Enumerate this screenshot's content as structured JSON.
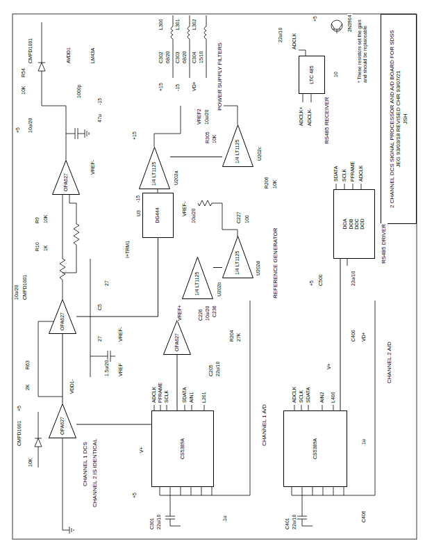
{
  "diagram": {
    "nodes": [
      {
        "text": [
          "2 CHANNEL DCS SIGNAL PROCESSOR AND A/D BOARD FOR SDSS",
          "JEG 93/03/18 REVISED CHR 93/07/21",
          "JSH"
        ]
      },
      {
        "text": [
          "OPA627"
        ]
      },
      {
        "text": [
          "OPA627"
        ]
      },
      {
        "text": [
          "OPA627"
        ]
      },
      {
        "text": [
          "OPA627"
        ]
      },
      {
        "text": [
          "DG444"
        ]
      },
      {
        "text": [
          "1/4 LT1125"
        ]
      },
      {
        "text": [
          "1/4 LT1125"
        ]
      },
      {
        "text": [
          "1/4 LT1125"
        ]
      },
      {
        "text": [
          "1/4 LT1125"
        ]
      },
      {
        "text": [
          "CS5389A"
        ]
      },
      {
        "text": [
          "CS5389A"
        ]
      },
      {
        "text": [
          "LTC 485"
        ]
      },
      {
        "text": [
          "DOA",
          "DOB",
          "DOC",
          "DOD"
        ]
      }
    ],
    "edges": [
      {
        "from": 5,
        "to": 1,
        "arrow": "none"
      },
      {
        "from": 1,
        "to": 2,
        "arrow": "none"
      },
      {
        "from": 2,
        "to": 10,
        "arrow": "none"
      },
      {
        "from": 4,
        "to": 10,
        "arrow": "none"
      },
      {
        "from": 7,
        "to": 9,
        "arrow": "none"
      },
      {
        "from": 6,
        "to": 8,
        "arrow": "none"
      },
      {
        "from": 11,
        "to": 13,
        "arrow": "none"
      }
    ],
    "labels": [
      "POWER SUPPLY FILTERS",
      "REFERENCE GENERATOR",
      "CHANNEL 1 DCS",
      "CHANNEL 2 IS IDENTICAL",
      "CHANNEL 1 A/D",
      "CHANNEL 2 A/D",
      "RS485 RECEIVER",
      "RS485 DRIVER",
      "2N3904",
      "* These resistors set the gain and should be replaceable",
      "+15",
      "L300",
      "C302",
      "68/20",
      "-15",
      "L301",
      "C303",
      "68/20",
      "VD+",
      "L302",
      "C304",
      "15/10",
      "VREF2",
      "10u/20",
      "R305",
      "10K",
      "VREF-",
      "10u/20",
      "C227",
      "100",
      "R206",
      "10K",
      "U202a",
      "U202c",
      "U202b",
      "U202d",
      "VREF+",
      "C226",
      "10u/20",
      "+15",
      "-15",
      "U3",
      "I+TRM1",
      "CMPD1001",
      "R54",
      "10K",
      "AVDD1",
      "1000p",
      "LM43A",
      "-15",
      "47u",
      "10u/20",
      "+5",
      "VREF-",
      "R9",
      "10K",
      "R10",
      "1K",
      "10u/20",
      "CMPD1001",
      "+5",
      "2K",
      "R63",
      "CMPD1001",
      "10K",
      "VDD1-",
      "27",
      "C5",
      "27",
      "1.5u/20",
      "VREF-",
      "VREF",
      "+5",
      "V+",
      "C301",
      "22u/10",
      "ADCLK",
      "PFRAME",
      "SCLK",
      "SDATA",
      "AIN1",
      "L201",
      "C205",
      "22u/10",
      "R204",
      "27K",
      "C236",
      ".1u",
      "C401",
      "22u/10",
      "ADCLK",
      "SCLK",
      "SDATA",
      "AIN2",
      "L400",
      "V+",
      "C400",
      "VD+",
      "C406",
      ".1u",
      "+5",
      "C500",
      "22u/10",
      "SDATA",
      "SCLK",
      "PFRAME",
      "ADCLK",
      "ADCLK",
      "22u/10",
      "+5",
      "ADCLK+",
      "ADCLK-",
      "10"
    ]
  }
}
